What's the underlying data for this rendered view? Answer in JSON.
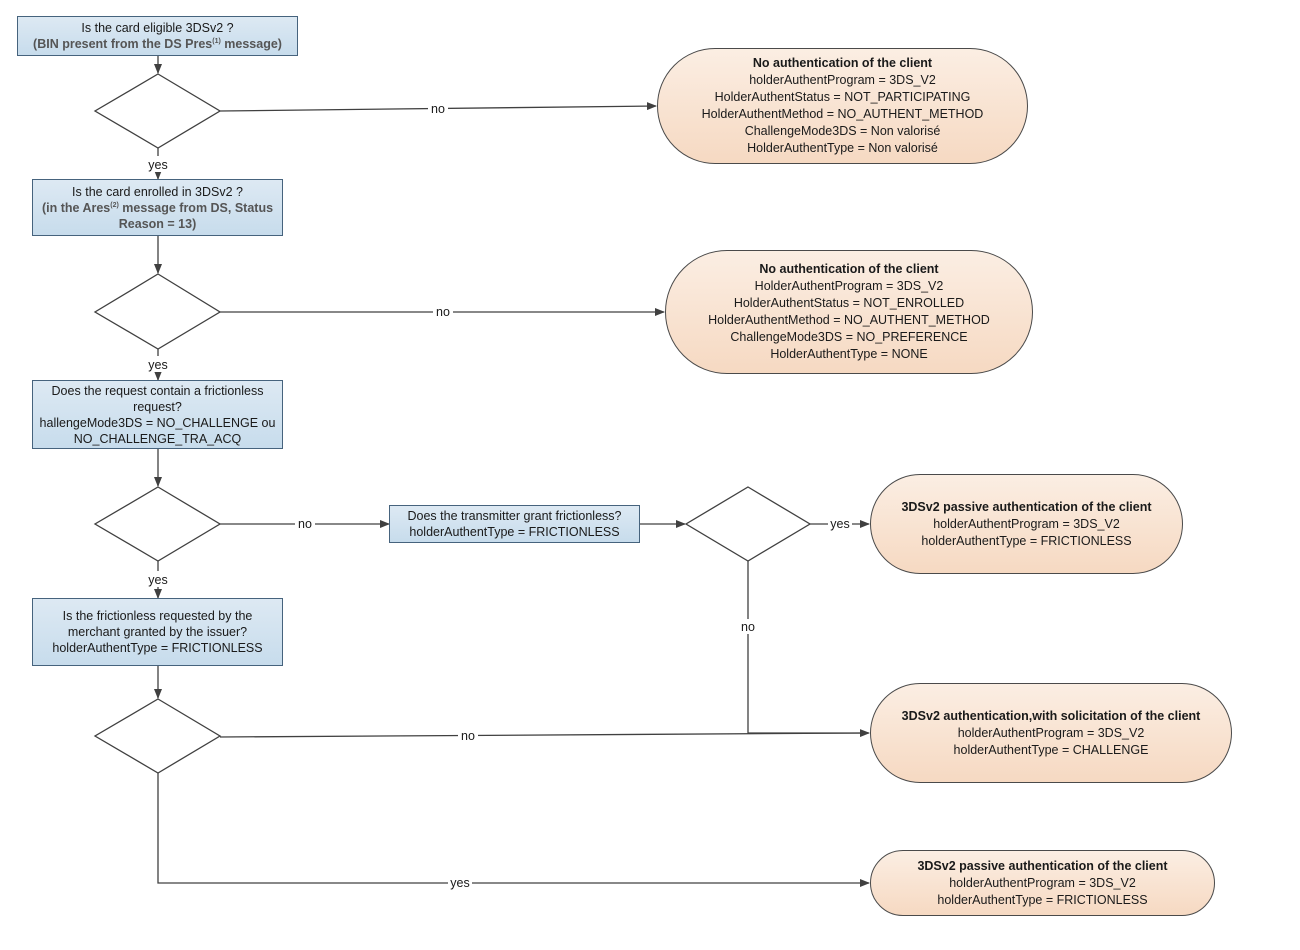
{
  "q1": {
    "line1": "Is the card eligible 3DSv2 ?",
    "line2_pre": "(BIN present from the DS Pres",
    "line2_sup": "(1)",
    "line2_post": " message)"
  },
  "q2": {
    "line1": "Is the card enrolled in 3DSv2 ?",
    "line2_pre": "(in the Ares",
    "line2_sup": "(2)",
    "line2_post": " message from DS, Status",
    "line3": "Reason = 13)"
  },
  "q3": {
    "line1": "Does the request contain a frictionless",
    "line2": "request?",
    "line3": "hallengeMode3DS = NO_CHALLENGE ou",
    "line4": "NO_CHALLENGE_TRA_ACQ"
  },
  "q3b": {
    "line1": "Does the transmitter grant frictionless?",
    "line2": "holderAuthentType = FRICTIONLESS"
  },
  "q4": {
    "line1": "Is the frictionless requested by the",
    "line2": "merchant granted by the issuer?",
    "line3": "holderAuthentType = FRICTIONLESS"
  },
  "r1": {
    "title": "No authentication of the client",
    "lines": [
      "holderAuthentProgram = 3DS_V2",
      "HolderAuthentStatus = NOT_PARTICIPATING",
      "HolderAuthentMethod = NO_AUTHENT_METHOD",
      "ChallengeMode3DS = Non valorisé",
      "HolderAuthentType = Non valorisé"
    ]
  },
  "r2": {
    "title": "No authentication of the client",
    "lines": [
      "HolderAuthentProgram = 3DS_V2",
      "HolderAuthentStatus = NOT_ENROLLED",
      "HolderAuthentMethod = NO_AUTHENT_METHOD",
      "ChallengeMode3DS = NO_PREFERENCE",
      "HolderAuthentType = NONE"
    ]
  },
  "r3": {
    "title": "3DSv2 passive authentication of the client",
    "lines": [
      "holderAuthentProgram = 3DS_V2",
      "holderAuthentType = FRICTIONLESS"
    ]
  },
  "r4": {
    "title": "3DSv2 authentication,with solicitation of the client",
    "lines": [
      "holderAuthentProgram = 3DS_V2",
      "holderAuthentType = CHALLENGE"
    ]
  },
  "r5": {
    "title": "3DSv2 passive authentication of the client",
    "lines": [
      "holderAuthentProgram = 3DS_V2",
      "holderAuthentType = FRICTIONLESS"
    ]
  },
  "labels": {
    "no": "no",
    "yes": "yes"
  }
}
